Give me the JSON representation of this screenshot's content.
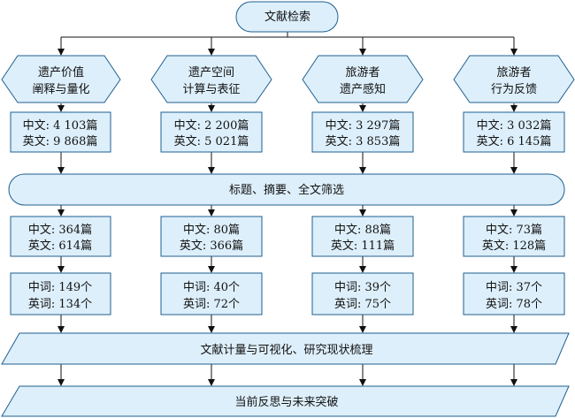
{
  "start": "文献检索",
  "topics": [
    {
      "line1": "遗产价值",
      "line2": "阐释与量化",
      "search_cn": "中文: 4 103篇",
      "search_en": "英文: 9 868篇",
      "screen_cn": "中文: 364篇",
      "screen_en": "英文: 614篇",
      "words_cn": "中词: 149个",
      "words_en": "英词: 134个"
    },
    {
      "line1": "遗产空间",
      "line2": "计算与表征",
      "search_cn": "中文: 2 200篇",
      "search_en": "英文: 5 021篇",
      "screen_cn": "中文: 80篇",
      "screen_en": "英文: 366篇",
      "words_cn": "中词: 40个",
      "words_en": "英词: 72个"
    },
    {
      "line1": "旅游者",
      "line2": "遗产感知",
      "search_cn": "中文: 3 297篇",
      "search_en": "英文: 3 853篇",
      "screen_cn": "中文: 88篇",
      "screen_en": "英文: 111篇",
      "words_cn": "中词: 39个",
      "words_en": "英词: 75个"
    },
    {
      "line1": "旅游者",
      "line2": "行为反馈",
      "search_cn": "中文: 3 032篇",
      "search_en": "英文: 6 145篇",
      "screen_cn": "中文: 73篇",
      "screen_en": "英文: 128篇",
      "words_cn": "中词: 37个",
      "words_en": "英词: 78个"
    }
  ],
  "filter": "标题、摘要、全文筛选",
  "analysis": "文献计量与可视化、研究现状梳理",
  "conclusion": "当前反思与未来突破",
  "colors": {
    "fill": "#ddeffb",
    "stroke": "#1f5f8f",
    "arrow": "#111111"
  }
}
